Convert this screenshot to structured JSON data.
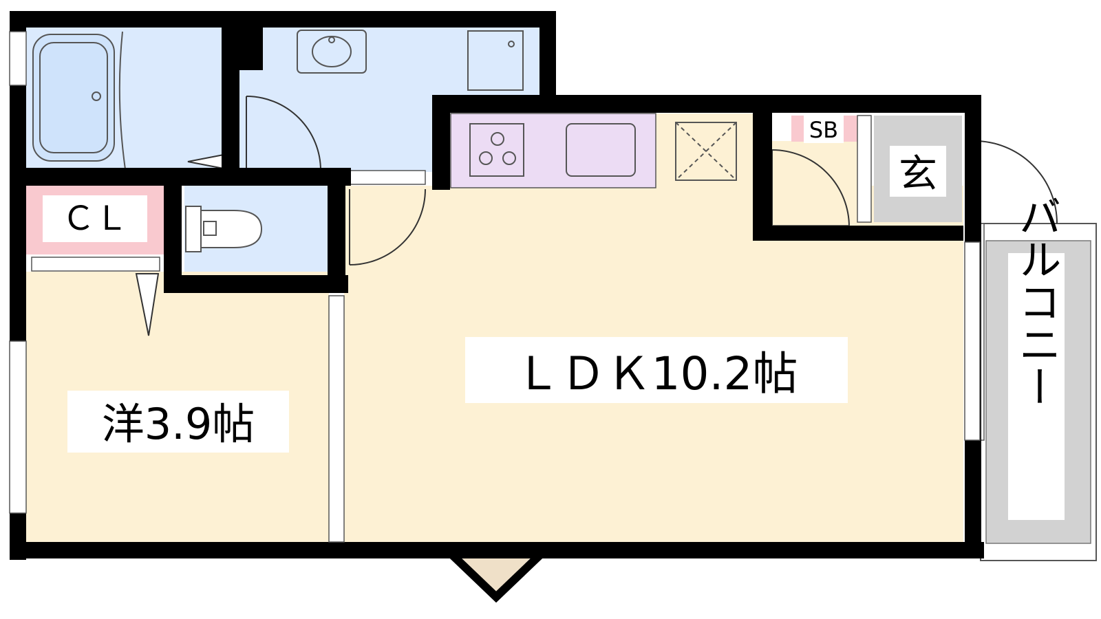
{
  "floor_plan": {
    "rooms": {
      "closet": {
        "label": "ＣＬ",
        "color": "#f9c9cf"
      },
      "western_room": {
        "label": "洋3.9帖",
        "color": "#fdf1d4"
      },
      "ldk": {
        "label": "ＬＤＫ10.2帖",
        "color": "#fdf1d4"
      },
      "entrance": {
        "label": "玄",
        "color": "#d2d2d2"
      },
      "shoe_box": {
        "label": "SB",
        "color": "#f9c9cf"
      },
      "balcony": {
        "label": "バルコニー",
        "color": "#d2d2d2"
      },
      "bathroom": {
        "color": "#dbeafd"
      },
      "toilet": {
        "color": "#dbeafd"
      },
      "washroom": {
        "color": "#dbeafd"
      },
      "kitchen": {
        "color": "#ecdcf4"
      }
    },
    "colors": {
      "wall": "#000000",
      "bay_window": "#efe0c8"
    }
  }
}
